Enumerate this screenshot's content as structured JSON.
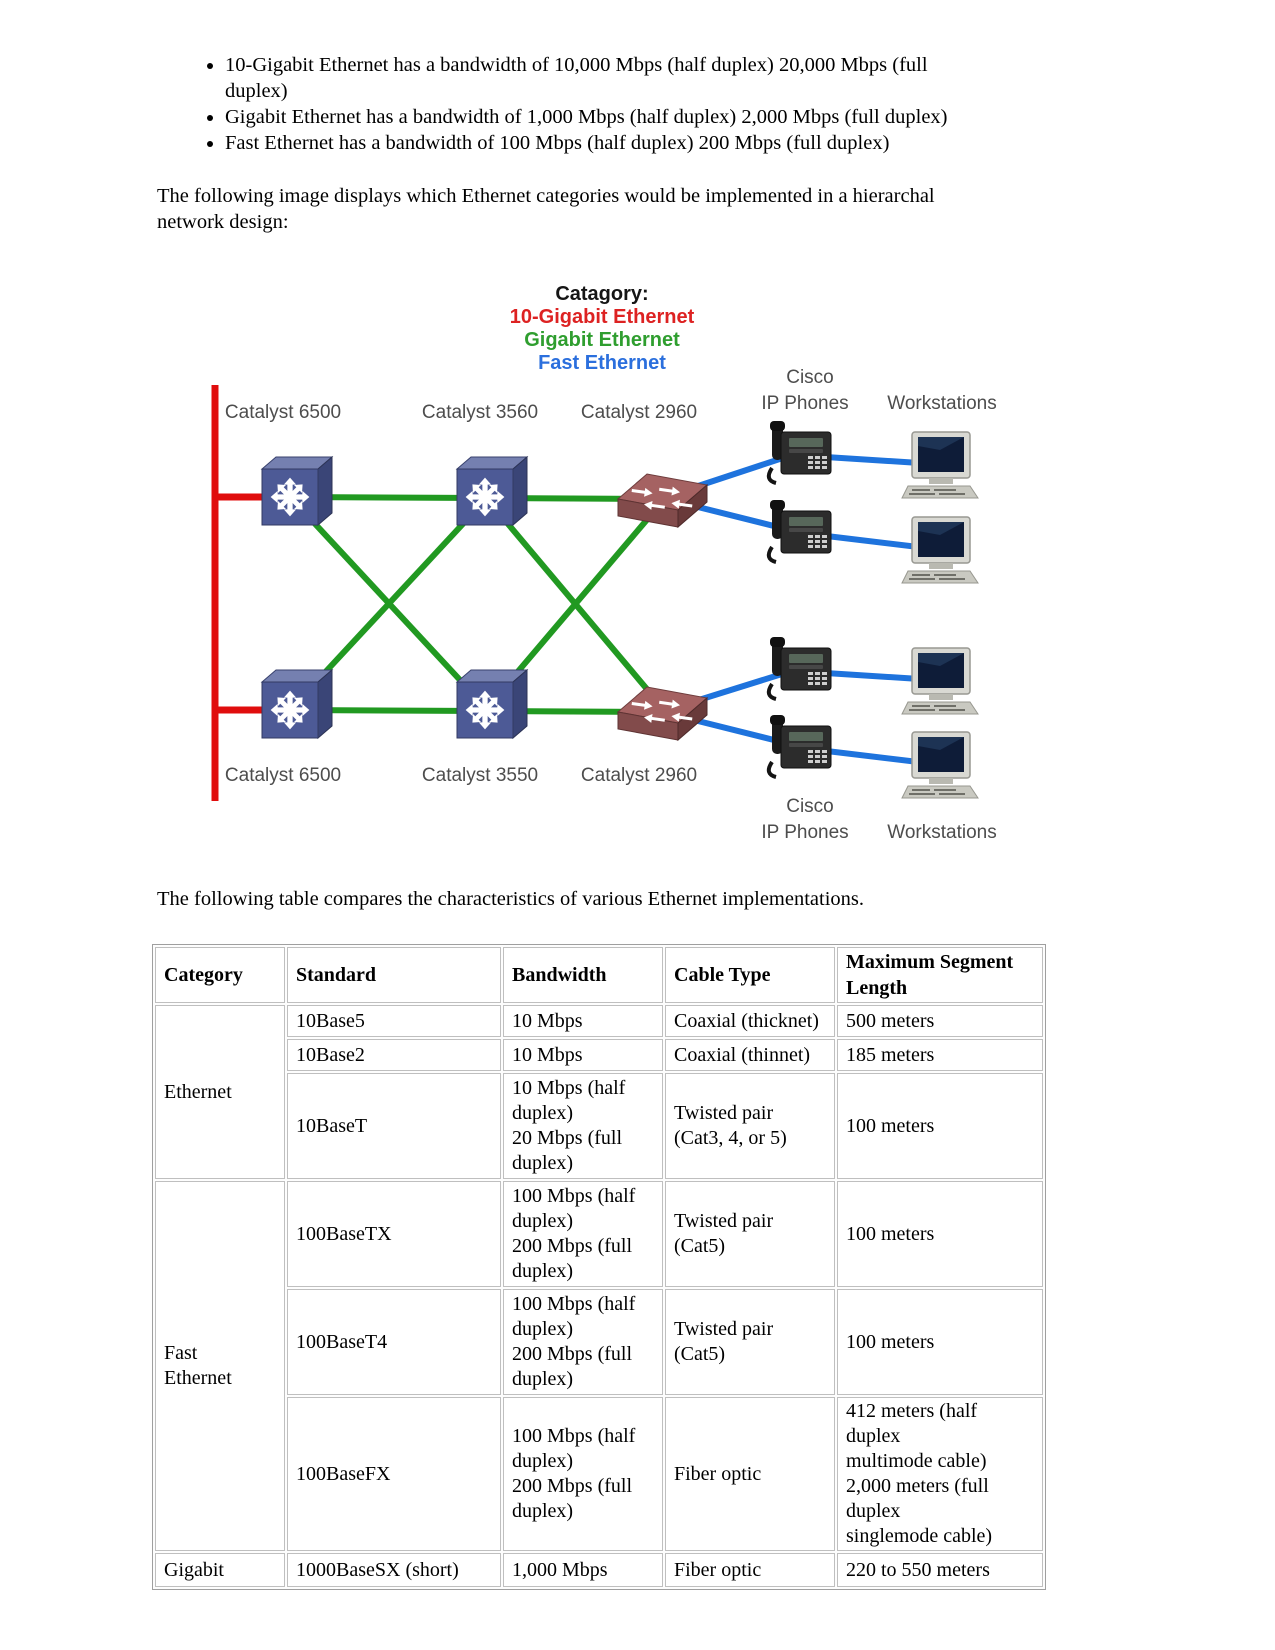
{
  "doc": {
    "bullets": [
      "10-Gigabit Ethernet has a bandwidth of 10,000 Mbps (half duplex) 20,000 Mbps (full\nduplex)",
      "Gigabit Ethernet has a bandwidth of 1,000 Mbps (half duplex) 2,000 Mbps (full duplex)",
      "Fast Ethernet has a bandwidth of 100 Mbps (half duplex) 200 Mbps (full duplex)"
    ],
    "para_image": "The following image displays which Ethernet categories would be implemented in a hierarchal\nnetwork design:",
    "para_table": "The following table compares the characteristics of various Ethernet implementations."
  },
  "diagram": {
    "legend_title": "Catagory:",
    "legend": [
      {
        "label": "10-Gigabit Ethernet",
        "color": "#dd2222"
      },
      {
        "label": "Gigabit Ethernet",
        "color": "#2f9e2f"
      },
      {
        "label": "Fast Ethernet",
        "color": "#2b6fdd"
      }
    ],
    "colors": {
      "ten_gigabit": "#e00d0d",
      "gigabit": "#219921",
      "fast": "#1e73dd"
    },
    "top": {
      "switch1": "Catalyst 6500",
      "switch2": "Catalyst 3560",
      "switch3": "Catalyst 2960",
      "cisco": "Cisco",
      "ip_phones": "IP Phones",
      "workstations": "Workstations"
    },
    "bottom": {
      "switch1": "Catalyst 6500",
      "switch2": "Catalyst 3550",
      "switch3": "Catalyst 2960",
      "cisco": "Cisco",
      "ip_phones": "IP Phones",
      "workstations": "Workstations"
    }
  },
  "table": {
    "headers": [
      "Category",
      "Standard",
      "Bandwidth",
      "Cable Type",
      "Maximum Segment\nLength"
    ],
    "groups": [
      {
        "category": "Ethernet",
        "rows": [
          {
            "standard": "10Base5",
            "bandwidth": "10 Mbps",
            "cable": "Coaxial (thicknet)",
            "max": "500 meters"
          },
          {
            "standard": "10Base2",
            "bandwidth": "10 Mbps",
            "cable": "Coaxial (thinnet)",
            "max": "185 meters"
          },
          {
            "standard": "10BaseT",
            "bandwidth": "10 Mbps (half\nduplex)\n20 Mbps (full\nduplex)",
            "cable": "Twisted pair\n(Cat3, 4, or 5)",
            "max": "100 meters"
          }
        ]
      },
      {
        "category": "Fast\nEthernet",
        "rows": [
          {
            "standard": "100BaseTX",
            "bandwidth": "100 Mbps (half\nduplex)\n200 Mbps (full\nduplex)",
            "cable": "Twisted pair\n(Cat5)",
            "max": "100 meters"
          },
          {
            "standard": "100BaseT4",
            "bandwidth": "100 Mbps (half\nduplex)\n200 Mbps (full\nduplex)",
            "cable": "Twisted pair\n(Cat5)",
            "max": "100 meters"
          },
          {
            "standard": "100BaseFX",
            "bandwidth": "100 Mbps (half\nduplex)\n200 Mbps (full\nduplex)",
            "cable": "Fiber optic",
            "max": "412 meters (half duplex\nmultimode cable)\n2,000 meters (full duplex\nsinglemode cable)"
          }
        ]
      },
      {
        "category": "Gigabit",
        "rows": [
          {
            "standard": "1000BaseSX (short)",
            "bandwidth": "1,000 Mbps",
            "cable": "Fiber optic",
            "max": "220 to 550 meters"
          }
        ]
      }
    ]
  }
}
